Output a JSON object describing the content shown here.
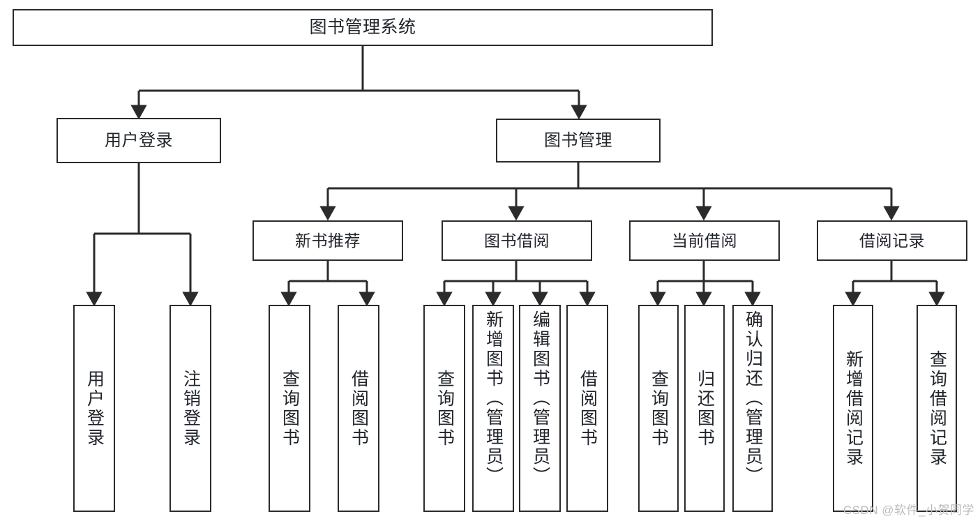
{
  "diagram": {
    "title": "图书管理系统",
    "type": "hierarchy-tree",
    "stroke_color": "#2b2b2b",
    "text_color": "#20252b",
    "background_color": "#ffffff",
    "watermark": "CSDN @软件_小贺同学",
    "levels": [
      {
        "level": 1,
        "nodes": [
          {
            "id": "root",
            "label": "图书管理系统"
          }
        ]
      },
      {
        "level": 2,
        "nodes": [
          {
            "id": "user-login",
            "label": "用户登录",
            "parent": "root"
          },
          {
            "id": "book-manage",
            "label": "图书管理",
            "parent": "root"
          }
        ]
      },
      {
        "level": 3,
        "nodes": [
          {
            "id": "new-book-recommend",
            "label": "新书推荐",
            "parent": "book-manage"
          },
          {
            "id": "book-borrow",
            "label": "图书借阅",
            "parent": "book-manage"
          },
          {
            "id": "current-borrow",
            "label": "当前借阅",
            "parent": "book-manage"
          },
          {
            "id": "borrow-record",
            "label": "借阅记录",
            "parent": "book-manage"
          }
        ]
      },
      {
        "level": 4,
        "nodes": [
          {
            "id": "leaf-user-login",
            "label": "用户登录",
            "parent": "user-login"
          },
          {
            "id": "leaf-user-logout",
            "label": "注销登录",
            "parent": "user-login"
          },
          {
            "id": "leaf-query-book-1",
            "label": "查询图书",
            "parent": "new-book-recommend"
          },
          {
            "id": "leaf-borrow-book-1",
            "label": "借阅图书",
            "parent": "new-book-recommend"
          },
          {
            "id": "leaf-query-book-2",
            "label": "查询图书",
            "parent": "book-borrow"
          },
          {
            "id": "leaf-add-book",
            "label": "新增图书（管理员）",
            "parent": "book-borrow"
          },
          {
            "id": "leaf-edit-book",
            "label": "编辑图书（管理员）",
            "parent": "book-borrow"
          },
          {
            "id": "leaf-borrow-book-2",
            "label": "借阅图书",
            "parent": "book-borrow"
          },
          {
            "id": "leaf-query-book-3",
            "label": "查询图书",
            "parent": "current-borrow"
          },
          {
            "id": "leaf-return-book",
            "label": "归还图书",
            "parent": "current-borrow"
          },
          {
            "id": "leaf-confirm-return",
            "label": "确认归还（管理员）",
            "parent": "current-borrow"
          },
          {
            "id": "leaf-add-record",
            "label": "新增借阅记录",
            "parent": "borrow-record"
          },
          {
            "id": "leaf-query-record",
            "label": "查询借阅记录",
            "parent": "borrow-record"
          }
        ]
      }
    ]
  }
}
